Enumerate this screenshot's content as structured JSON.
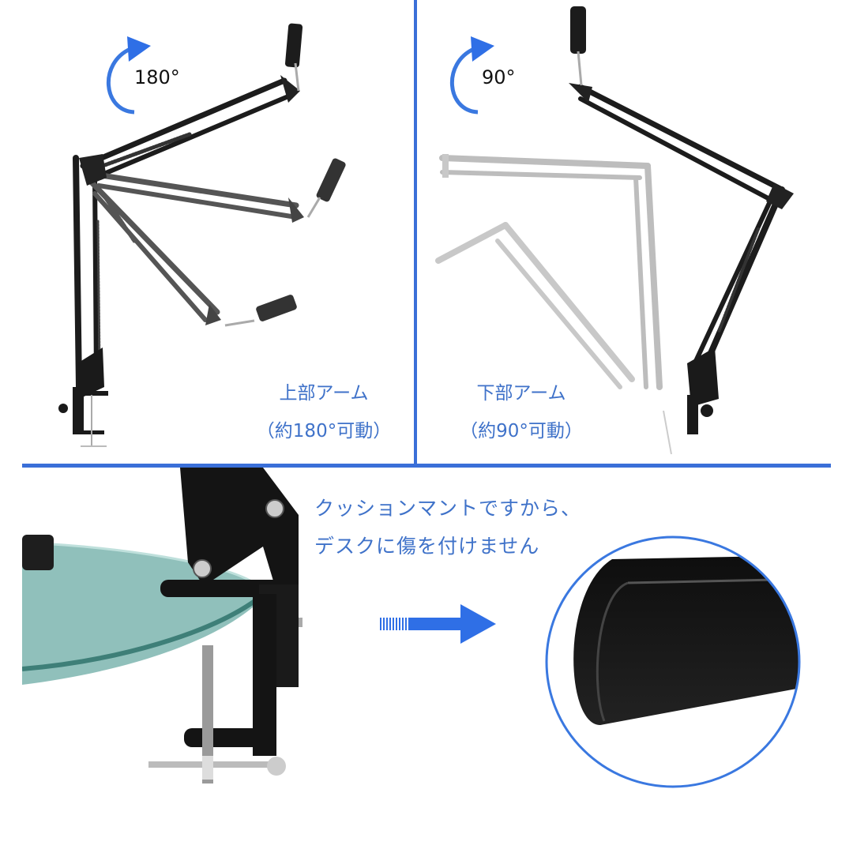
{
  "panel_upper_arm": {
    "rotation_label": "180°",
    "caption_line1": "上部アーム",
    "caption_line2": "（約180°可動）"
  },
  "panel_lower_arm": {
    "rotation_label": "90°",
    "caption_line1": "下部アーム",
    "caption_line2": "（約90°可動）"
  },
  "panel_clamp": {
    "note_line1": "クッションマントですから、",
    "note_line2": "デスクに傷を付けません"
  },
  "colors": {
    "accent_blue": "#3a6fd8",
    "text_blue": "#3f72c9",
    "arm_black": "#1a1a1a",
    "glass": "#7fb3b0"
  },
  "icons": [
    "rotation-arrow-icon",
    "right-arrow-icon"
  ]
}
